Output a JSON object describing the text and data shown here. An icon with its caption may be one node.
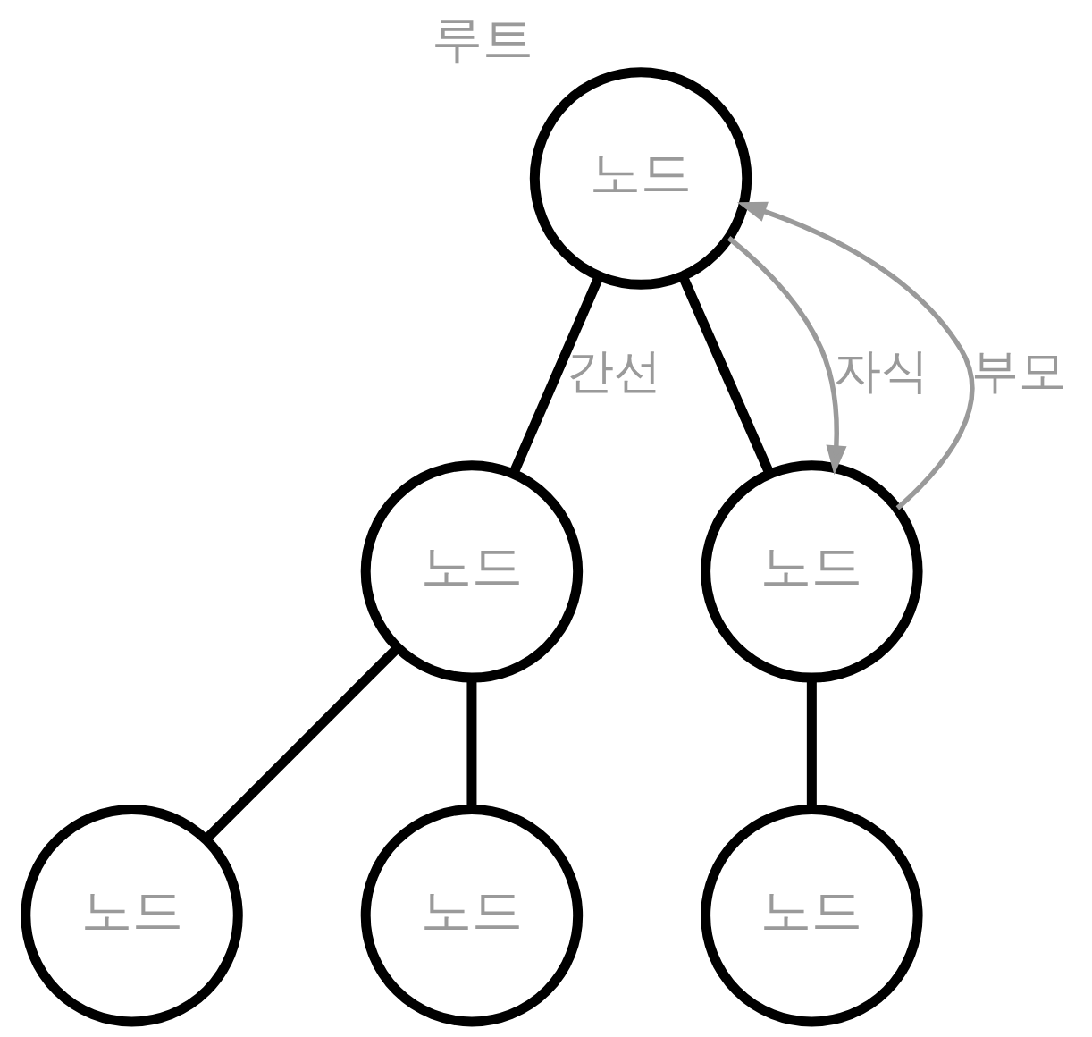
{
  "diagram": {
    "nodes": [
      {
        "text": [
          "노드"
        ],
        "beside": [
          "루트"
        ]
      },
      {
        "text": [
          "노드"
        ]
      },
      {
        "text": [
          "노드"
        ]
      },
      {
        "text": [
          "노드"
        ]
      },
      {
        "text": [
          "노드"
        ]
      },
      {
        "text": [
          "노드"
        ]
      }
    ],
    "edges": [
      {
        "from": 0,
        "to": 1,
        "arrow": "none",
        "label": "간선"
      },
      {
        "from": 0,
        "to": 2,
        "arrow": "none"
      },
      {
        "from": 1,
        "to": 3,
        "arrow": "none"
      },
      {
        "from": 1,
        "to": 4,
        "arrow": "none"
      },
      {
        "from": 2,
        "to": 5,
        "arrow": "none"
      },
      {
        "from": 0,
        "to": 2,
        "arrow": "to",
        "label": "자식",
        "color": "#9a9a9a"
      },
      {
        "from": 2,
        "to": 0,
        "arrow": "to",
        "label": "부모",
        "color": "#9a9a9a"
      }
    ]
  }
}
